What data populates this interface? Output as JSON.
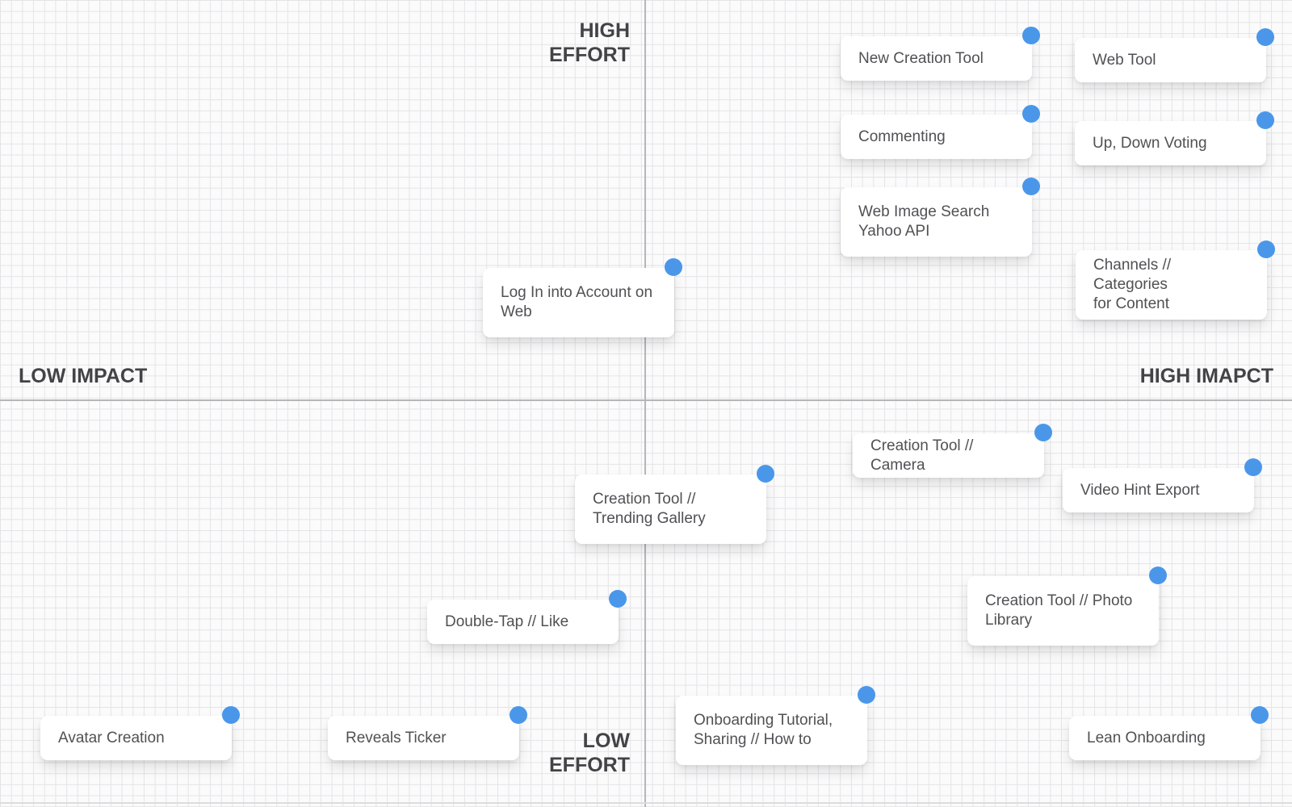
{
  "matrix": {
    "axis_labels": {
      "top": "HIGH\nEFFORT",
      "bottom": "LOW\nEFFORT",
      "left": "LOW IMPACT",
      "right": "HIGH IMAPCT"
    },
    "colors": {
      "handle_dot": "#4A97EA",
      "grid_line": "#e4e4e6",
      "axis_line": "#b6b6b8",
      "background": "#fbfbfc",
      "card_text": "#515155",
      "label_text": "#434347"
    },
    "cards": [
      {
        "label": "New Creation Tool"
      },
      {
        "label": "Web Tool"
      },
      {
        "label": "Commenting"
      },
      {
        "label": "Up, Down Voting"
      },
      {
        "label": "Web Image Search\nYahoo API"
      },
      {
        "label": "Channels // Categories\nfor Content"
      },
      {
        "label": "Log In into Account on\nWeb"
      },
      {
        "label": "Creation Tool // Camera"
      },
      {
        "label": "Video Hint Export"
      },
      {
        "label": "Creation Tool //\nTrending Gallery"
      },
      {
        "label": "Creation Tool // Photo\nLibrary"
      },
      {
        "label": "Double-Tap // Like"
      },
      {
        "label": "Avatar Creation"
      },
      {
        "label": "Reveals Ticker"
      },
      {
        "label": "Onboarding Tutorial,\nSharing // How to"
      },
      {
        "label": "Lean Onboarding"
      }
    ]
  }
}
